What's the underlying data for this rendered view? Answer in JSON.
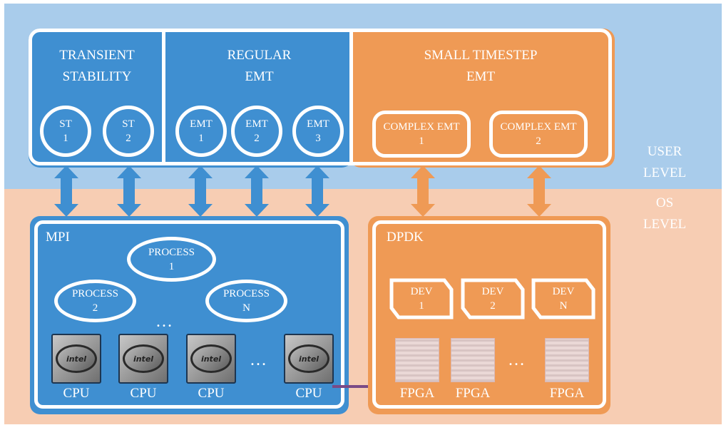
{
  "levels": {
    "user": [
      "USER",
      "LEVEL"
    ],
    "os": [
      "OS",
      "LEVEL"
    ]
  },
  "top": {
    "ts": {
      "title": [
        "TRANSIENT",
        "STABILITY"
      ],
      "items": [
        [
          "ST",
          "1"
        ],
        [
          "ST",
          "2"
        ]
      ]
    },
    "emt": {
      "title": [
        "REGULAR",
        "EMT"
      ],
      "items": [
        [
          "EMT",
          "1"
        ],
        [
          "EMT",
          "2"
        ],
        [
          "EMT",
          "3"
        ]
      ]
    },
    "small": {
      "title": [
        "SMALL TIMESTEP",
        "EMT"
      ],
      "items": [
        [
          "COMPLEX EMT",
          "1"
        ],
        [
          "COMPLEX EMT",
          "2"
        ]
      ]
    }
  },
  "mpi": {
    "label": "MPI",
    "processes": [
      [
        "PROCESS",
        "1"
      ],
      [
        "PROCESS",
        "2"
      ],
      [
        "PROCESS",
        "N"
      ]
    ],
    "ellipsis": "…",
    "cpu_label": "CPU",
    "chip_text": "intel",
    "cpu_count_shown": 4
  },
  "dpdk": {
    "label": "DPDK",
    "devs": [
      [
        "DEV",
        "1"
      ],
      [
        "DEV",
        "2"
      ],
      [
        "DEV",
        "N"
      ]
    ],
    "ellipsis": "…",
    "fpga_label": "FPGA",
    "fpga_count_shown": 3
  },
  "colors": {
    "blue": "#3f8fd1",
    "orange": "#ef9a55",
    "user_band": "#a9cceb",
    "os_band": "#f7cdb3",
    "link": "#7a4a86"
  }
}
